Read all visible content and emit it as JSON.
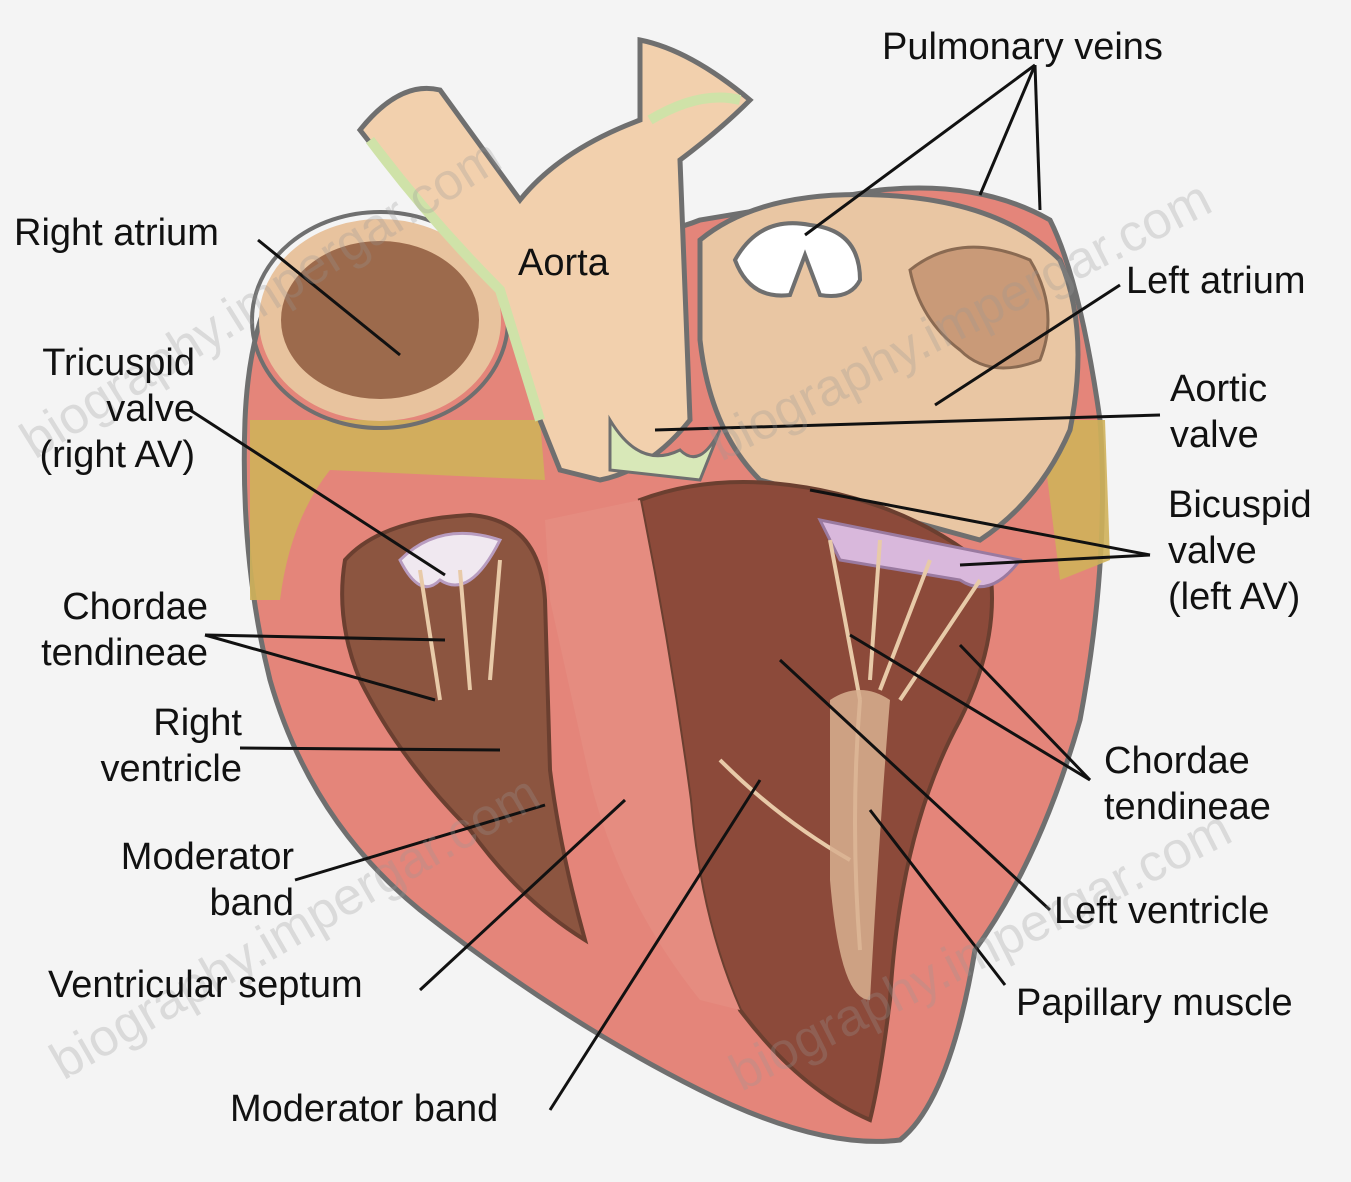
{
  "diagram": {
    "labels": {
      "pulmonary_veins": "Pulmonary veins",
      "right_atrium": "Right atrium",
      "aorta": "Aorta",
      "left_atrium": "Left atrium",
      "tricuspid_valve": [
        "Tricuspid",
        "valve",
        "(right AV)"
      ],
      "aortic_valve": [
        "Aortic",
        "valve"
      ],
      "bicuspid_valve": [
        "Bicuspid",
        "valve",
        "(left AV)"
      ],
      "chordae_tendineae_left": [
        "Chordae",
        "tendineae"
      ],
      "chordae_tendineae_right": [
        "Chordae",
        "tendineae"
      ],
      "right_ventricle": [
        "Right",
        "ventricle"
      ],
      "moderator_band_upper": [
        "Moderator",
        "band"
      ],
      "ventricular_septum": "Ventricular septum",
      "moderator_band_lower": "Moderator band",
      "left_ventricle": "Left ventricle",
      "papillary_muscle": "Papillary muscle"
    },
    "watermarks": [
      "biography.impergar.com",
      "biography.impergar.com",
      "biography.impergar.com",
      "biography.impergar.com"
    ]
  }
}
